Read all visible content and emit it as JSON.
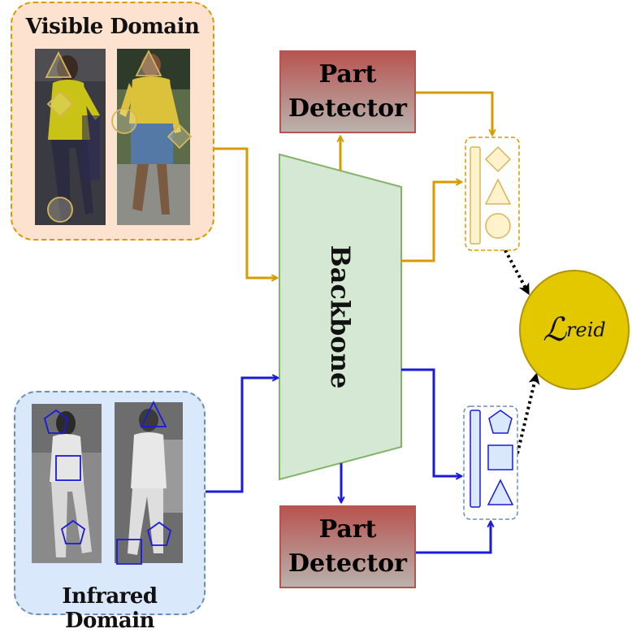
{
  "visible_domain": {
    "title": "Visible Domain"
  },
  "infrared_domain": {
    "title": "Infrared Domain"
  },
  "backbone": {
    "label": "Backbone"
  },
  "part_detector_top": {
    "label": "Part\nDetector"
  },
  "part_detector_bottom": {
    "label": "Part\nDetector"
  },
  "loss": {
    "symbol": "ℒ",
    "subscript": "reid"
  },
  "colors": {
    "visible_accent": "#d79b00",
    "infrared_accent": "#1a1adb",
    "backbone_fill": "#d5e8d4",
    "part_detector": "#b85450",
    "loss_fill": "#e3c800"
  }
}
